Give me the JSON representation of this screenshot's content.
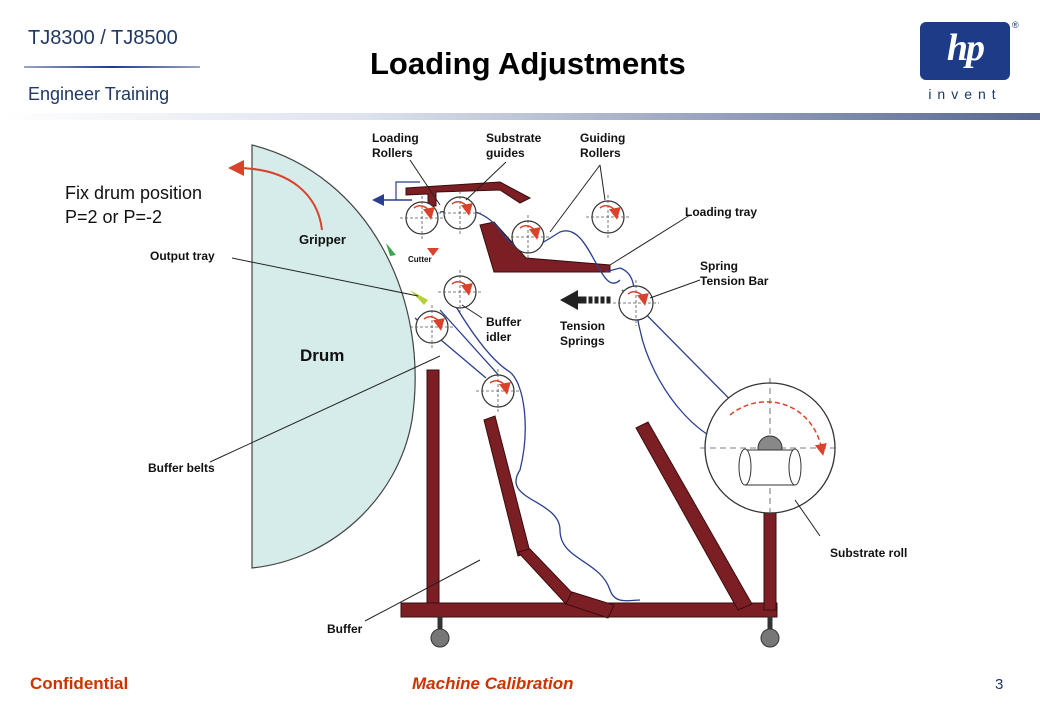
{
  "header": {
    "product": "TJ8300 / TJ8500",
    "training": "Engineer  Training",
    "title": "Loading Adjustments"
  },
  "logo": {
    "mark": "hp",
    "tagline": "invent",
    "reg": "®"
  },
  "labels": {
    "fix_drum_line1": "Fix drum position",
    "fix_drum_line2": "P=2 or P=-2",
    "loading_rollers_1": "Loading",
    "loading_rollers_2": "Rollers",
    "substrate_guides_1": "Substrate",
    "substrate_guides_2": "guides",
    "guiding_rollers_1": "Guiding",
    "guiding_rollers_2": "Rollers",
    "loading_tray": "Loading tray",
    "gripper": "Gripper",
    "output_tray": "Output tray",
    "cutter": "Cutter",
    "spring_tension_1": "Spring",
    "spring_tension_2": "Tension Bar",
    "buffer_idler_1": "Buffer",
    "buffer_idler_2": "idler",
    "tension_springs_1": "Tension",
    "tension_springs_2": "Springs",
    "drum": "Drum",
    "buffer_belts": "Buffer belts",
    "substrate_roll": "Substrate roll",
    "buffer": "Buffer"
  },
  "footer": {
    "confidential": "Confidential",
    "section": "Machine Calibration",
    "page": "3"
  },
  "colors": {
    "frame": "#7b1f24",
    "drum_fill": "#d5ecea",
    "path": "#2b3f8c",
    "arrow": "#d9432b",
    "footer_text": "#cc3300",
    "logo_blue": "#1d3b86"
  }
}
